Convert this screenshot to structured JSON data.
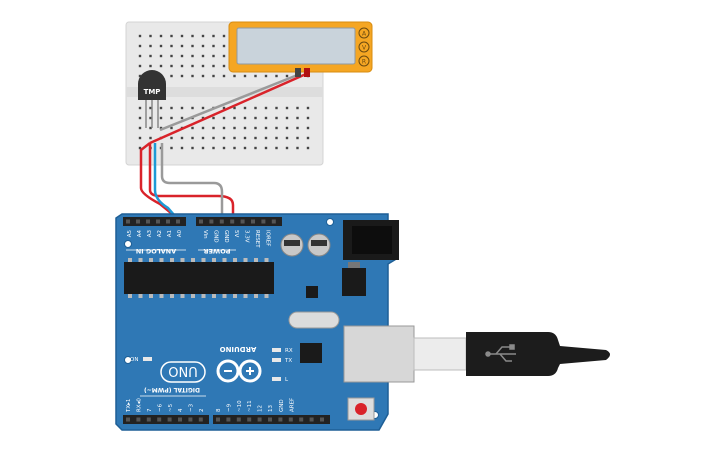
{
  "colors": {
    "breadboard": "#e9e9e9",
    "board": "#2f78b5",
    "board_dark": "#1e5f96",
    "header": "#222222",
    "wire_red": "#d9232a",
    "wire_blue": "#1e9ad6",
    "wire_gray": "#9a9a9a",
    "multimeter": "#f5a623",
    "multimeter_screen": "#c9d3db",
    "sensor": "#333333"
  },
  "sensor": {
    "label": "TMP"
  },
  "multimeter": {
    "modes": [
      "A",
      "V",
      "R"
    ]
  },
  "arduino": {
    "analog_header": "ANALOG IN",
    "analog_pins": [
      "A5",
      "A4",
      "A3",
      "A2",
      "A1",
      "A0"
    ],
    "power_header": "POWER",
    "power_pins": [
      "Vin",
      "GND",
      "GND",
      "5V",
      "3.3V",
      "RESET",
      "IOREF"
    ],
    "led_on": "ON",
    "led_rx": "RX",
    "led_tx": "TX",
    "led_l": "L",
    "logo_text": "ARDUINO",
    "uno_text": "UNO",
    "digital_header": "DIGITAL (PWM~)",
    "digital_pins_left": [
      "TX▸1",
      "RX◂0"
    ],
    "digital_pins_low": [
      "7",
      "~6",
      "~5",
      "4",
      "~3",
      "2"
    ],
    "digital_pins_high": [
      "8",
      "~9",
      "~10",
      "~11",
      "12",
      "13"
    ],
    "top_right_pins": [
      "GND",
      "AREF"
    ]
  },
  "usb": {
    "icon": "usb-icon"
  }
}
